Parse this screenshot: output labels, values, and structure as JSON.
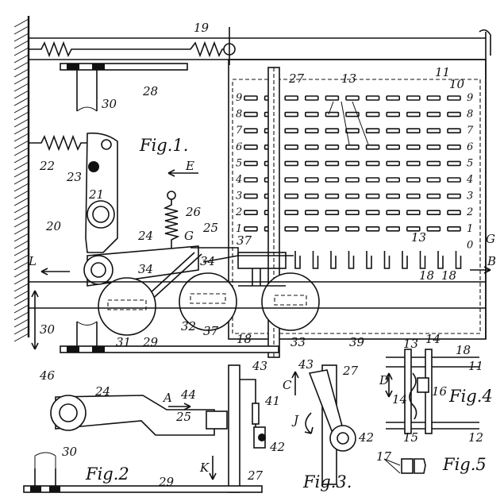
{
  "figures": {
    "fig1": "Fig.1.",
    "fig2": "Fig.2",
    "fig3": "Fig.3.",
    "fig4": "Fig.4",
    "fig5": "Fig.5"
  },
  "labels": {
    "n19": "19",
    "n28": "28",
    "n30a": "30",
    "n27a": "27",
    "n13a": "13",
    "n11a": "11",
    "n10": "10",
    "n22": "22",
    "n23": "23",
    "n21": "21",
    "n20": "20",
    "n26": "26",
    "n24a": "24",
    "n25a": "25",
    "n34a": "34",
    "n34b": "34",
    "n37a": "37",
    "n37b": "37",
    "n18a": "18",
    "n31": "31",
    "n32": "32",
    "n33": "33",
    "n39": "39",
    "n29a": "29",
    "n30b": "30",
    "n46": "46",
    "n13b": "13",
    "n18b": "18",
    "n18c": "18",
    "n24b": "24",
    "n25b": "25",
    "n44": "44",
    "n43a": "43",
    "n41": "41",
    "n42a": "42",
    "n27b": "27",
    "n30c": "30",
    "n29b": "29",
    "n43b": "43",
    "n27c": "27",
    "n42b": "42",
    "n13c": "13",
    "n14a": "14",
    "n18d": "18",
    "n11b": "11",
    "n16": "16",
    "n14b": "14",
    "n15": "15",
    "n12": "12",
    "n17": "17"
  },
  "letters": {
    "E": "E",
    "L": "L",
    "G1": "G",
    "G2": "G",
    "B": "B",
    "A": "A",
    "C": "C",
    "J": "J",
    "D": "D",
    "K": "K"
  },
  "scale_left": [
    "9",
    "8",
    "7",
    "6",
    "5",
    "4",
    "3",
    "2",
    "1"
  ],
  "scale_right": [
    "9",
    "8",
    "7",
    "6",
    "5",
    "4",
    "3",
    "2",
    "1",
    "0"
  ]
}
